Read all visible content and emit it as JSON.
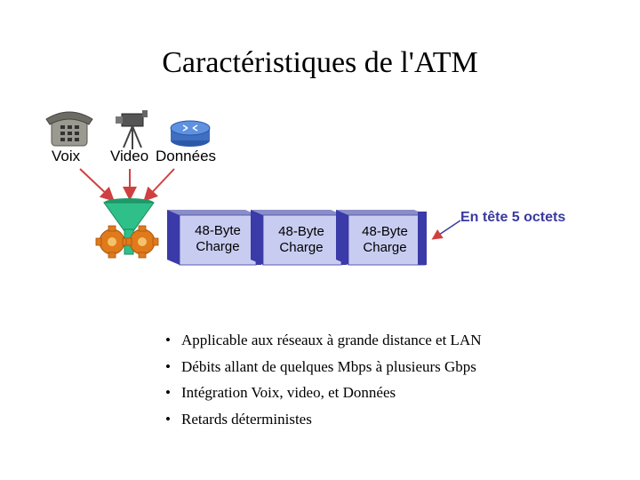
{
  "title": "Caractéristiques de l'ATM",
  "sources": {
    "voice_label": "Voix",
    "video_label": "Video",
    "data_label": "Données"
  },
  "cells": [
    {
      "line1": "48-Byte",
      "line2": "Charge"
    },
    {
      "line1": "48-Byte",
      "line2": "Charge"
    },
    {
      "line1": "48-Byte",
      "line2": "Charge"
    }
  ],
  "header_label": "En tête 5 octets",
  "bullets": [
    "Applicable aux réseaux à grande distance et LAN",
    "Débits allant de quelques Mbps à plusieurs Gbps",
    "Intégration Voix, video, et Données",
    "Retards déterministes"
  ],
  "colors": {
    "cell_face": "#c8ccf0",
    "cell_side": "#3a3aa8",
    "arrow": "#d04040",
    "funnel": "#2fc08a",
    "gear": "#e07a1a",
    "router": "#4a7fd0",
    "header_text": "#3a3aa0"
  }
}
